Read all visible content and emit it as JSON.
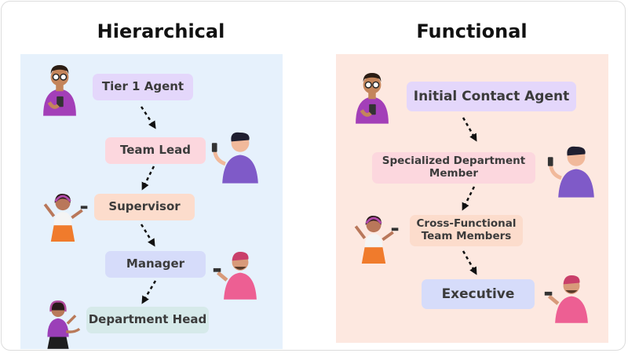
{
  "hierarchical": {
    "title": "Hierarchical",
    "nodes": [
      "Tier 1 Agent",
      "Team Lead",
      "Supervisor",
      "Manager",
      "Department Head"
    ]
  },
  "functional": {
    "title": "Functional",
    "nodes": [
      "Initial Contact Agent",
      "Specialized Department Member",
      "Cross-Functional Team Members",
      "Executive"
    ]
  },
  "colors": {
    "left_panel": "#e6f1fc",
    "right_panel": "#fde8e0",
    "node_purple": "#e4d7fb",
    "node_pink": "#fcd7de",
    "node_peach": "#fcdccc",
    "node_blue": "#d6dcfa",
    "node_teal": "#d6eaea"
  }
}
